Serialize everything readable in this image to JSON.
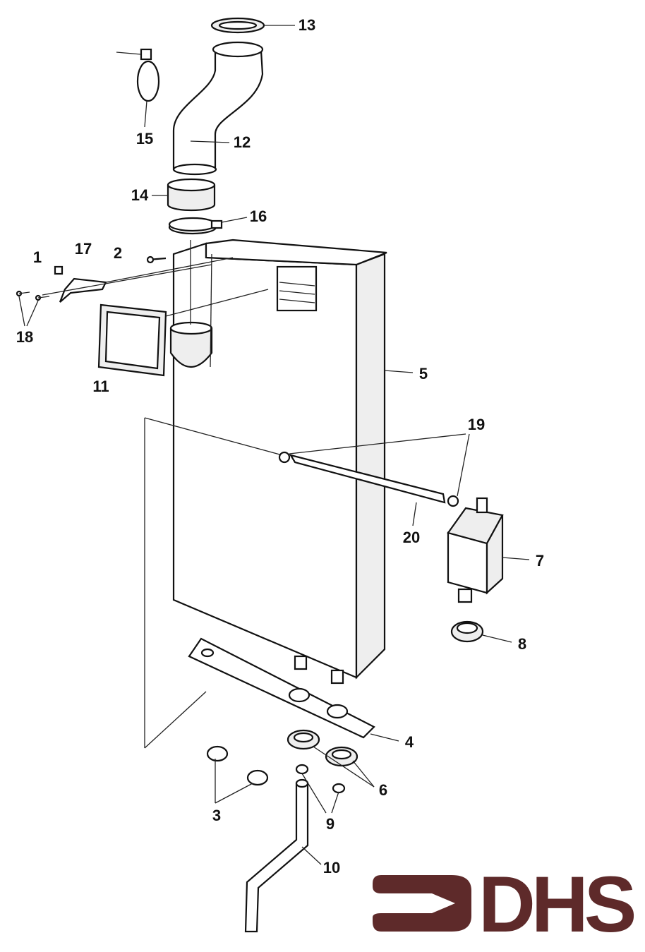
{
  "diagram": {
    "type": "exploded-parts-diagram",
    "part_numbers": {
      "p1": "1",
      "p2": "2",
      "p3": "3",
      "p4": "4",
      "p5": "5",
      "p6": "6",
      "p7": "7",
      "p8": "8",
      "p9": "9",
      "p10": "10",
      "p11": "11",
      "p12": "12",
      "p13": "13",
      "p14": "14",
      "p15": "15",
      "p16": "16",
      "p17": "17",
      "p18": "18",
      "p19": "19",
      "p20": "20"
    }
  },
  "logo": {
    "text": "DHS",
    "color": "#5e2a2a"
  }
}
